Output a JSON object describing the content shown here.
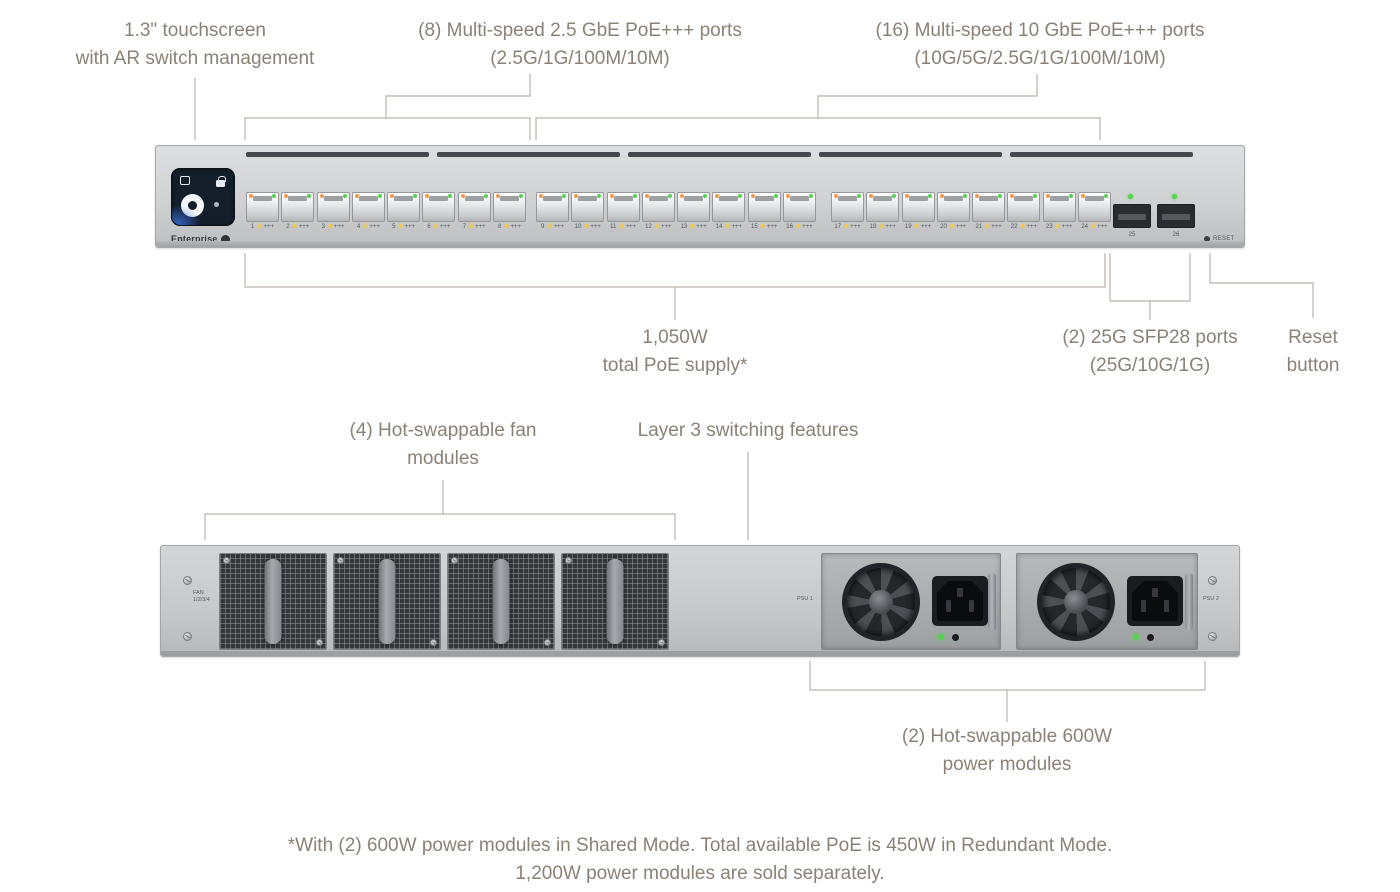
{
  "colors": {
    "background": "#ffffff",
    "label_text": "#8b8177",
    "callout_line": "#b9b2aa",
    "led_green": "#55d24f",
    "led_orange": "#f09a4e"
  },
  "callouts": {
    "touchscreen": {
      "line1": "1.3\" touchscreen",
      "line2": "with AR switch management"
    },
    "multispeed_25g": {
      "line1": "(8) Multi-speed 2.5 GbE PoE+++ ports",
      "line2": "(2.5G/1G/100M/10M)"
    },
    "multispeed_10g": {
      "line1": "(16) Multi-speed 10 GbE PoE+++ ports",
      "line2": "(10G/5G/2.5G/1G/100M/10M)"
    },
    "poe_supply": {
      "line1": "1,050W",
      "line2": "total PoE supply*"
    },
    "sfp28_ports": {
      "line1": "(2) 25G SFP28 ports",
      "line2": "(25G/10G/1G)"
    },
    "reset_button": {
      "line1": "Reset",
      "line2": "button"
    },
    "fan_modules": {
      "line1": "(4) Hot-swappable fan",
      "line2": "modules"
    },
    "layer3": {
      "line1": "Layer 3 switching features"
    },
    "power_modules": {
      "line1": "(2) Hot-swappable 600W",
      "line2": "power modules"
    }
  },
  "front_panel": {
    "brand": "Enterprise",
    "ports": [
      "1",
      "2",
      "3",
      "4",
      "5",
      "6",
      "7",
      "8",
      "9",
      "10",
      "11",
      "12",
      "13",
      "14",
      "15",
      "16",
      "17",
      "18",
      "19",
      "20",
      "21",
      "22",
      "23",
      "24"
    ],
    "port_poe_suffix": "⚡+++",
    "sfp_ports": [
      "25",
      "26"
    ],
    "reset_label": "RESET"
  },
  "rear_panel": {
    "fan_label_line1": "FAN",
    "fan_label_line2": "1/2/3/4",
    "fan_count": 4,
    "psu_labels": [
      "PSU 1",
      "PSU 2"
    ]
  },
  "footnote": {
    "line1": "*With (2) 600W power modules in Shared Mode. Total available PoE is 450W in Redundant Mode.",
    "line2": "1,200W power modules are sold separately."
  }
}
